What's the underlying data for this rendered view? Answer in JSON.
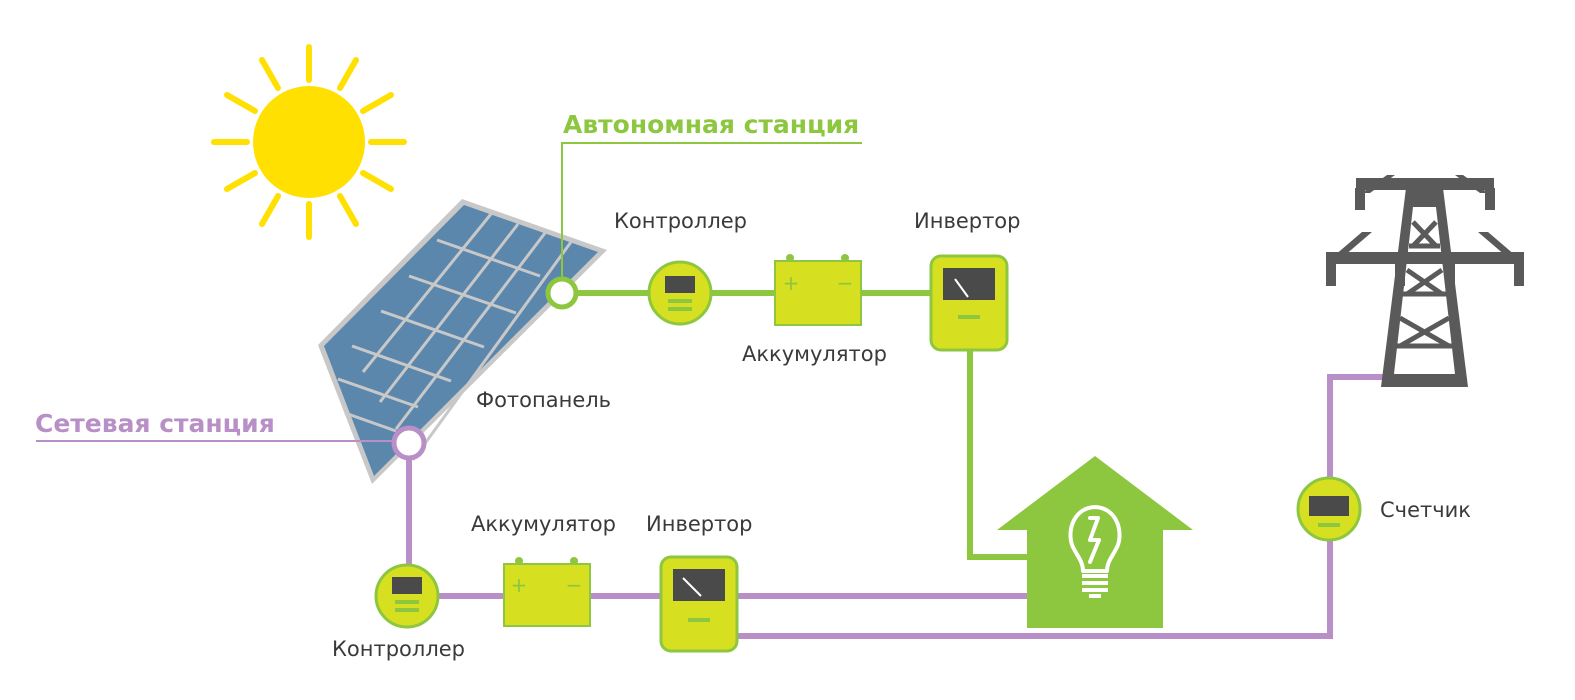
{
  "autonomous": {
    "title": "Автономная станция",
    "controller": "Контроллер",
    "inverter": "Инвертор",
    "battery": "Аккумулятор"
  },
  "panel": {
    "label": "Фотопанель"
  },
  "grid": {
    "title": "Сетевая станция",
    "controller": "Контроллер",
    "inverter": "Инвертор",
    "battery": "Аккумулятор",
    "meter": "Счетчик"
  },
  "battery_terminals": {
    "plus": "+",
    "minus": "−"
  },
  "colors": {
    "autonomous": "#8dc63f",
    "grid": "#b88fc6",
    "device": "#d6e021",
    "house": "#8dc63f",
    "sun": "#ffe000",
    "panel_cell": "#5b87ad",
    "panel_frame": "#c8c8c8",
    "tower": "#5a5a5a",
    "screen": "#4a4a4a",
    "text": "#3a3a3a"
  }
}
